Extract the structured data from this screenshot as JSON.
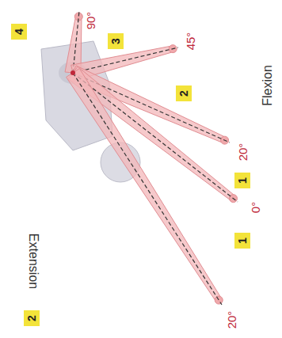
{
  "diagram": {
    "nodes": [
      {
        "text": [
          "4"
        ]
      },
      {
        "text": [
          "3"
        ]
      },
      {
        "text": [
          "2"
        ]
      },
      {
        "text": [
          "1"
        ]
      },
      {
        "text": [
          "1"
        ]
      },
      {
        "text": [
          "2"
        ]
      }
    ],
    "labels": [
      "90°",
      "45°",
      "Flexion",
      "20°",
      "0°",
      "20°",
      "Extension"
    ]
  }
}
